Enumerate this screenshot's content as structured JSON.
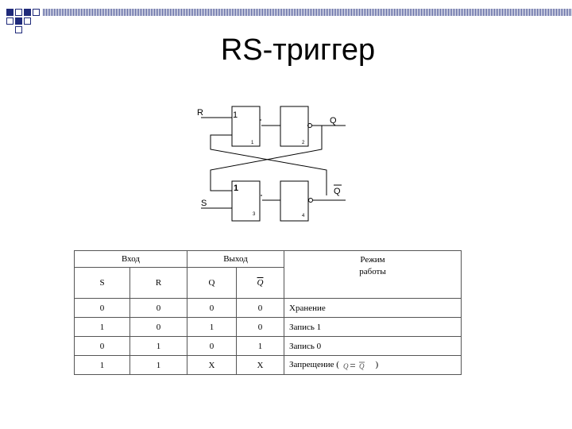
{
  "slide": {
    "title": "RS-триггер"
  },
  "circuit": {
    "inputs": {
      "r": "R",
      "s": "S"
    },
    "outputs": {
      "q": "Q",
      "q_bar": "Q"
    },
    "gates": [
      {
        "label": "1",
        "number": "1"
      },
      {
        "label": "",
        "number": "2"
      },
      {
        "label": "1",
        "number": "3"
      },
      {
        "label": "",
        "number": "4"
      }
    ]
  },
  "truth_table": {
    "group_headers": {
      "input": "Вход",
      "output": "Выход",
      "mode": "Режим\nработы"
    },
    "columns": {
      "s": "S",
      "r": "R",
      "q": "Q",
      "q_bar": "Q"
    },
    "rows": [
      {
        "s": "0",
        "r": "0",
        "q": "0",
        "q_bar": "0",
        "mode": "Хранение"
      },
      {
        "s": "1",
        "r": "0",
        "q": "1",
        "q_bar": "0",
        "mode": "Запись 1"
      },
      {
        "s": "0",
        "r": "1",
        "q": "0",
        "q_bar": "1",
        "mode": "Запись 0"
      },
      {
        "s": "1",
        "r": "1",
        "q": "X",
        "q_bar": "X",
        "mode": "Запрещение ("
      }
    ],
    "forbidden_suffix": ")"
  },
  "colors": {
    "accent": "#1f2a7a",
    "line": "#000000"
  }
}
